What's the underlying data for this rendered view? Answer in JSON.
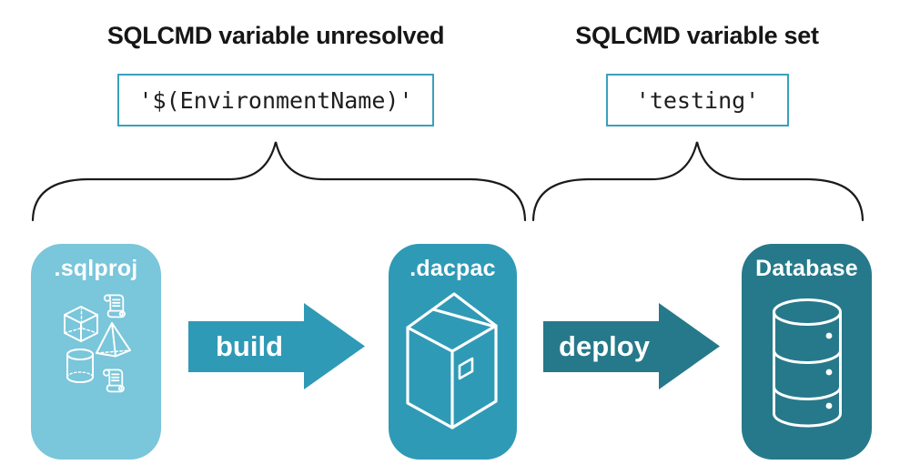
{
  "left_group": {
    "heading": "SQLCMD variable unresolved",
    "code": "'$(EnvironmentName)'"
  },
  "right_group": {
    "heading": "SQLCMD variable set",
    "code": "'testing'"
  },
  "stages": [
    {
      "label": ".sqlproj",
      "icon": "sql-project-objects-icon",
      "color": "#7AC6DB"
    },
    {
      "label": ".dacpac",
      "icon": "package-icon",
      "color": "#2F9AB6"
    },
    {
      "label": "Database",
      "icon": "database-icon",
      "color": "#26798A"
    }
  ],
  "arrows": [
    {
      "label": "build",
      "color": "#2F9AB6"
    },
    {
      "label": "deploy",
      "color": "#26798A"
    }
  ],
  "colors": {
    "background": "#FFFFFF",
    "heading_text": "#161616",
    "code_text": "#1D1D1D",
    "code_box_border": "#3AA0BC",
    "brace_stroke": "#1B1B1B",
    "icon_stroke": "#FFFFFF"
  }
}
